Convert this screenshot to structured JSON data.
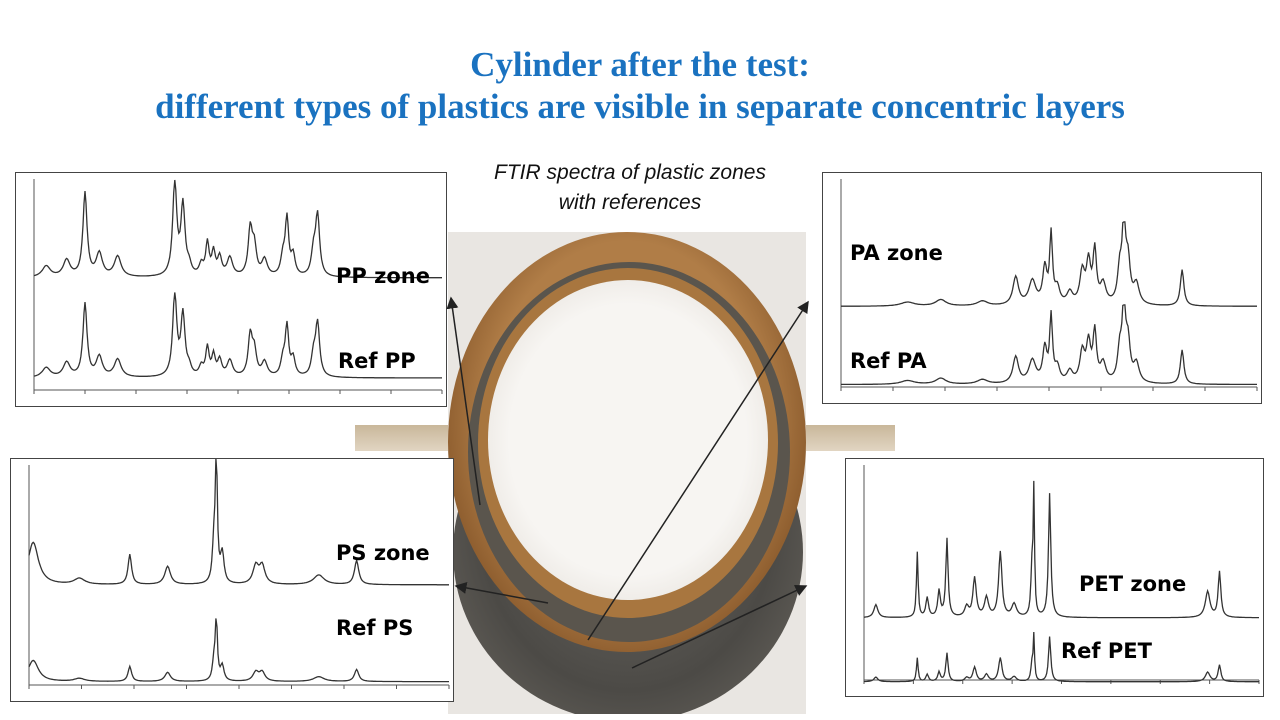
{
  "title_line1": "Cylinder after the test:",
  "title_line2": "different types of plastics are visible in separate concentric layers",
  "caption": "FTIR spectra of plastic zones\nwith references",
  "caption_line1": "FTIR spectra of plastic zones",
  "caption_line2": "with references",
  "colors": {
    "title": "#1a72c0",
    "spectrum": "#333333"
  },
  "panels": {
    "pp": {
      "zone_label": "PP zone",
      "ref_label": "Ref PP",
      "peaks": [
        [
          3,
          0.12,
          1.2
        ],
        [
          8,
          0.18,
          1
        ],
        [
          12.5,
          0.9,
          0.6
        ],
        [
          16,
          0.25,
          0.9
        ],
        [
          20.5,
          0.22,
          1
        ],
        [
          34.5,
          1.0,
          0.6
        ],
        [
          36.5,
          0.75,
          0.6
        ],
        [
          38,
          0.1,
          0.6
        ],
        [
          41,
          0.12,
          0.6
        ],
        [
          42.5,
          0.35,
          0.5
        ],
        [
          44,
          0.25,
          0.5
        ],
        [
          45.5,
          0.2,
          0.6
        ],
        [
          48,
          0.2,
          0.8
        ],
        [
          53,
          0.5,
          0.6
        ],
        [
          54,
          0.3,
          0.6
        ],
        [
          56.5,
          0.18,
          0.8
        ],
        [
          61,
          0.2,
          0.6
        ],
        [
          62,
          0.6,
          0.5
        ],
        [
          63.5,
          0.22,
          0.6
        ],
        [
          68.5,
          0.25,
          0.6
        ],
        [
          69.5,
          0.65,
          0.6
        ]
      ]
    },
    "pa": {
      "zone_label": "PA zone",
      "ref_label": "Ref PA",
      "peaks": [
        [
          16,
          0.05,
          2
        ],
        [
          24,
          0.08,
          1.5
        ],
        [
          34,
          0.06,
          1.5
        ],
        [
          42,
          0.35,
          0.8
        ],
        [
          46,
          0.3,
          1
        ],
        [
          49,
          0.45,
          0.6
        ],
        [
          50.5,
          0.85,
          0.4
        ],
        [
          52,
          0.2,
          0.7
        ],
        [
          55,
          0.15,
          0.8
        ],
        [
          58,
          0.4,
          0.7
        ],
        [
          59.5,
          0.5,
          0.6
        ],
        [
          61,
          0.65,
          0.5
        ],
        [
          63,
          0.25,
          0.8
        ],
        [
          67,
          0.4,
          0.6
        ],
        [
          68,
          0.95,
          0.5
        ],
        [
          69,
          0.5,
          0.6
        ],
        [
          71,
          0.25,
          0.8
        ],
        [
          82,
          0.45,
          0.5
        ]
      ]
    },
    "ps": {
      "zone_label": "PS zone",
      "ref_label": "Ref PS",
      "peaks": [
        [
          1,
          0.35,
          1.5
        ],
        [
          12,
          0.05,
          1.5
        ],
        [
          24,
          0.25,
          0.5
        ],
        [
          33,
          0.15,
          0.8
        ],
        [
          44,
          0.3,
          0.4
        ],
        [
          44.6,
          1.0,
          0.3
        ],
        [
          46,
          0.25,
          0.5
        ],
        [
          54,
          0.15,
          0.8
        ],
        [
          55.5,
          0.15,
          0.8
        ],
        [
          69,
          0.08,
          1.5
        ],
        [
          78,
          0.2,
          0.6
        ]
      ]
    },
    "pet": {
      "zone_label": "PET zone",
      "ref_label": "Ref PET",
      "peaks": [
        [
          3,
          0.1,
          0.6
        ],
        [
          13.5,
          0.5,
          0.25
        ],
        [
          16,
          0.15,
          0.4
        ],
        [
          19,
          0.2,
          0.4
        ],
        [
          21,
          0.6,
          0.35
        ],
        [
          26,
          0.08,
          0.6
        ],
        [
          28,
          0.3,
          0.5
        ],
        [
          31,
          0.15,
          0.6
        ],
        [
          34.5,
          0.5,
          0.5
        ],
        [
          38,
          0.1,
          0.7
        ],
        [
          42.5,
          0.35,
          0.3
        ],
        [
          43,
          1.0,
          0.2
        ],
        [
          47,
          0.95,
          0.35
        ],
        [
          87,
          0.2,
          0.7
        ],
        [
          90,
          0.35,
          0.4
        ]
      ]
    }
  }
}
